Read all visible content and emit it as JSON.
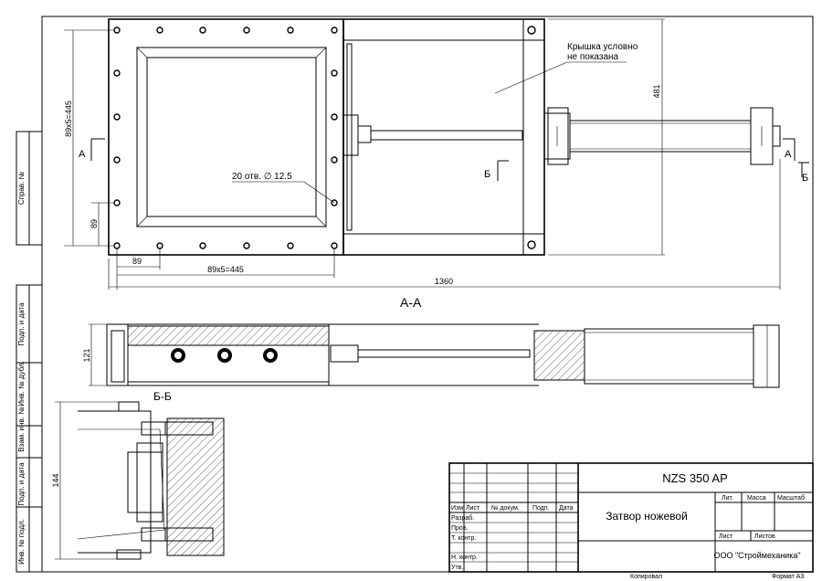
{
  "side_labels": [
    "Справ. №",
    "Подп. и дата",
    "Инв. № дубл.",
    "Взам. инв. №",
    "Подп. и дата",
    "Инв. № подл."
  ],
  "top_view": {
    "note_line1": "Крышка условно",
    "note_line2": "не показана",
    "holes_label": "20 отв. ∅ 12.5",
    "dim_height_pitch": "89x5=445",
    "dim_width_pitch": "89x5=445",
    "dim_edge_vertical": "89",
    "dim_edge_horizontal": "89",
    "dim_total_length": "1360",
    "dim_total_height": "481",
    "section_mark_a": "А",
    "section_mark_b": "Б"
  },
  "section_aa": {
    "title": "А-А",
    "dim_height": "121"
  },
  "section_bb": {
    "title": "Б-Б",
    "dim_height": "144"
  },
  "title_block": {
    "code": "NZS 350 AP",
    "name": "Затвор ножевой",
    "company": "ООО \"Строймеханика\"",
    "col_headers": [
      "Изм.",
      "Лист",
      "№ докум.",
      "Подп.",
      "Дата"
    ],
    "row_labels": [
      "Разраб.",
      "Пров.",
      "Т. контр.",
      "",
      "Н. контр.",
      "Утв."
    ],
    "lit_label": "Лит.",
    "mass_label": "Масса",
    "scale_label": "Масштаб",
    "sheet_label": "Лист",
    "sheets_label": "Листов"
  },
  "footer": {
    "copied": "Копировал",
    "format": "Формат А3"
  }
}
